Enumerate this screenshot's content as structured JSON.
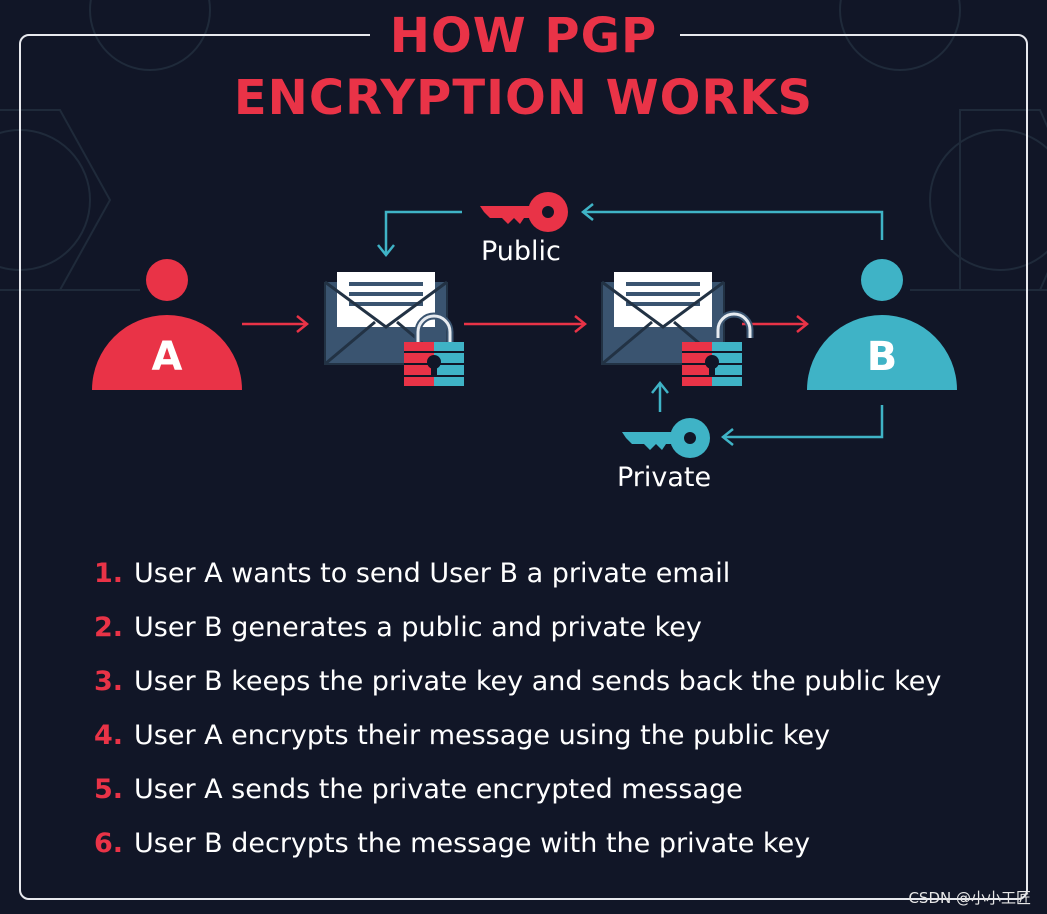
{
  "title": {
    "line1": "HOW PGP",
    "line2": "ENCRYPTION WORKS"
  },
  "colors": {
    "background": "#111627",
    "red": "#e93347",
    "teal": "#3fb3c6",
    "envelope": "#3a5470",
    "text": "#ffffff"
  },
  "diagram": {
    "user_a": "A",
    "user_b": "B",
    "public_key_label": "Public",
    "private_key_label": "Private",
    "icons": [
      "user-a-icon",
      "user-b-icon",
      "envelope-icon",
      "padlock-icon",
      "key-icon"
    ]
  },
  "steps": [
    {
      "num": "1.",
      "text": "User A wants to send User B a private email"
    },
    {
      "num": "2.",
      "text": "User B generates a public and private key"
    },
    {
      "num": "3.",
      "text": "User B keeps the private key and sends back the public key"
    },
    {
      "num": "4.",
      "text": "User A encrypts their message using the public key"
    },
    {
      "num": "5.",
      "text": "User A sends the private encrypted message"
    },
    {
      "num": "6.",
      "text": "User B decrypts the message with the private key"
    }
  ],
  "watermark": "CSDN @小小工匠"
}
